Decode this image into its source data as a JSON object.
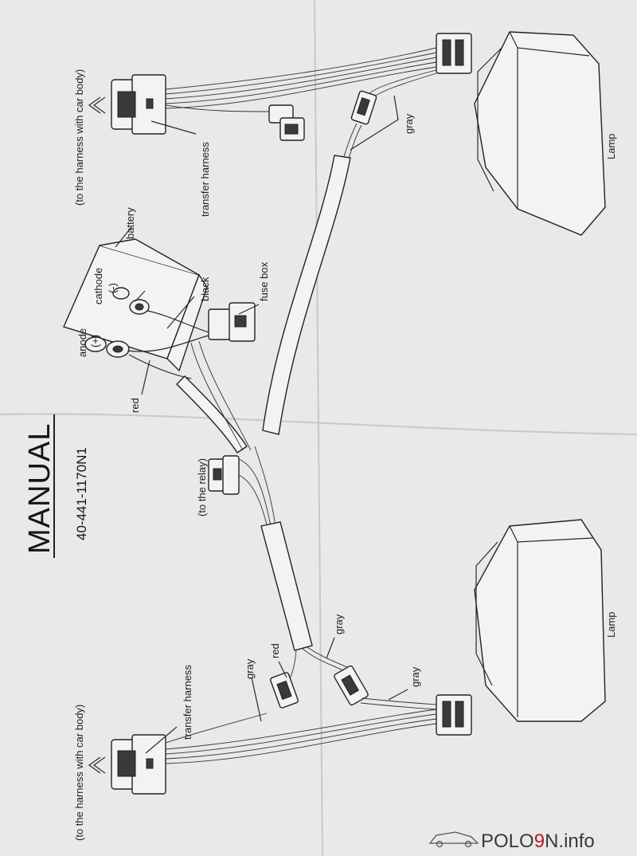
{
  "manual": {
    "title": "MANUAL",
    "part_number": "40-441-1170N1"
  },
  "labels": {
    "harness_top": "(to the harness with car body)",
    "harness_bottom": "(to the harness with car body)",
    "transfer_top": "transfer harness",
    "transfer_bottom": "transfer harness",
    "battery": "battery",
    "cathode": "cathode",
    "cathode_sign": "(-)",
    "anode": "anode",
    "anode_sign": "(+)",
    "black": "black",
    "red_top": "red",
    "fuse_box": "fuse box",
    "relay": "(to the relay)",
    "gray_top": "gray",
    "lamp_top": "Lamp",
    "lamp_bottom": "Lamp",
    "gray_bottom_1": "gray",
    "red_bottom": "red",
    "gray_bottom_2": "gray",
    "gray_bottom_3": "gray"
  },
  "watermark": {
    "text_a": "POLO",
    "text_b": "9",
    "text_c": "N",
    "text_d": ".info"
  },
  "colors": {
    "paper": "#e9e9e7",
    "ink": "#222222",
    "watermark_accent": "#b21d1d"
  }
}
